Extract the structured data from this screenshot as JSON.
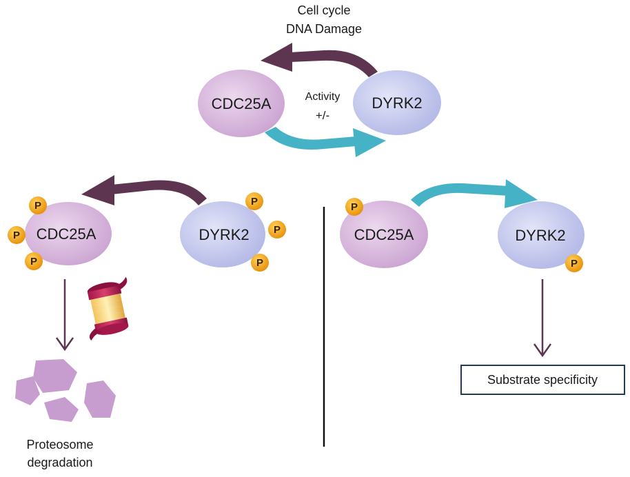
{
  "top": {
    "title_line1": "Cell cycle",
    "title_line2": "DNA Damage",
    "left_node": "CDC25A",
    "right_node": "DYRK2",
    "activity_line1": "Activity",
    "activity_line2": "+/-"
  },
  "left_panel": {
    "cdc25a_label": "CDC25A",
    "dyrk2_label": "DYRK2",
    "phospho_label": "P",
    "outcome_line1": "Proteosome",
    "outcome_line2": "degradation"
  },
  "right_panel": {
    "cdc25a_label": "CDC25A",
    "dyrk2_label": "DYRK2",
    "phospho_label": "P",
    "outcome_label": "Substrate specificity"
  },
  "colors": {
    "cdc25a_fill": "#d8b8dc",
    "dyrk2_fill": "#c4c8ec",
    "purple_arrow": "#5e3550",
    "teal_arrow": "#45b2c6",
    "phospho_fill": "#f0a418",
    "fragment_fill": "#c79ccf",
    "box_border": "#1e3b57"
  }
}
